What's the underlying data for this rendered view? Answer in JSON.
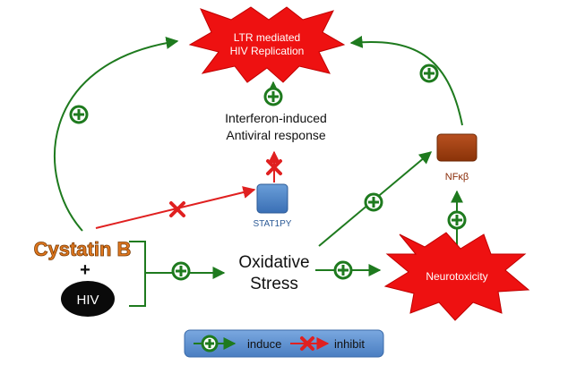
{
  "nodes": {
    "ltr_line1": "LTR mediated",
    "ltr_line2": "HIV Replication",
    "interferon_line1": "Interferon-induced",
    "interferon_line2": "Antiviral response",
    "stat1": "STAT1PY",
    "nfkb": "NFκβ",
    "cystatin": "Cystatin B",
    "plus_sign": "+",
    "hiv": "HIV",
    "oxidative_line1": "Oxidative",
    "oxidative_line2": "Stress",
    "neurotoxicity": "Neurotoxicity"
  },
  "legend": {
    "induce": "induce",
    "inhibit": "inhibit"
  },
  "colors": {
    "induce_green": "#1e7a1e",
    "inhibit_red": "#e02020",
    "burst_red": "#ee1111",
    "stat1_blue": "#4a80c4",
    "nfkb_brown": "#a0400f",
    "cystatin_orange": "#e07820",
    "legend_bg": "#5b8fd0"
  }
}
